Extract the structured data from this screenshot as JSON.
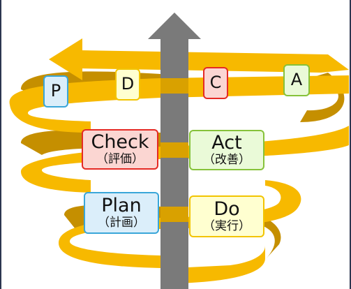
{
  "letters": {
    "p": "P",
    "d": "D",
    "c": "C",
    "a": "A"
  },
  "stages": {
    "check": {
      "label": "Check",
      "sub": "（評価）"
    },
    "act": {
      "label": "Act",
      "sub": "（改善）"
    },
    "plan": {
      "label": "Plan",
      "sub": "（計画）"
    },
    "do": {
      "label": "Do",
      "sub": "（実行）"
    }
  },
  "colors": {
    "ribbon_front": "#f7b900",
    "ribbon_back": "#c58f00",
    "arrow": "#7a7a7a",
    "plan": "#3aa6d9",
    "do": "#f2c400",
    "check": "#e52a24",
    "act": "#86c23a"
  }
}
